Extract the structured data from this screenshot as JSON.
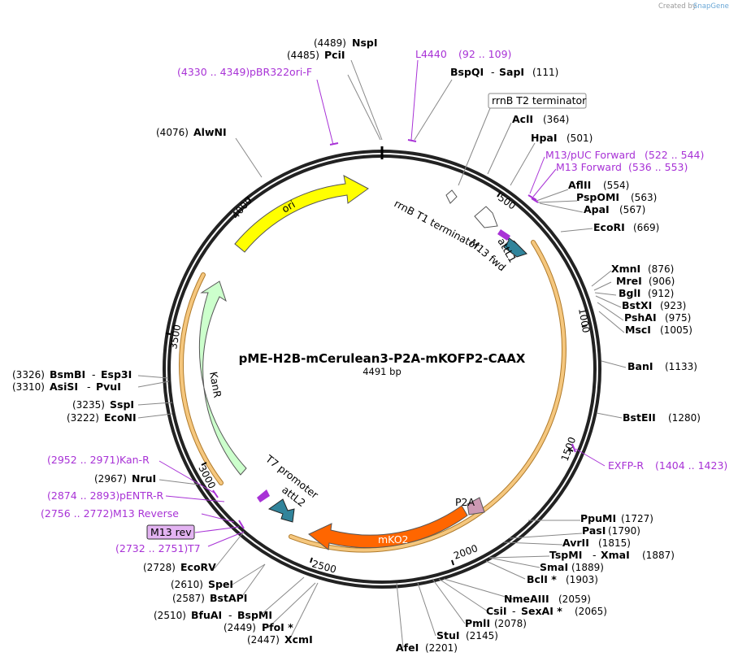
{
  "credit": {
    "text": "Created by",
    "brand": "SnapGene"
  },
  "plasmid": {
    "name": "pME-H2B-mCerulean3-P2A-mKOFP2-CAAX",
    "length_label": "4491 bp"
  },
  "ticks": [
    {
      "label": "500"
    },
    {
      "label": "1000"
    },
    {
      "label": "1500"
    },
    {
      "label": "2000"
    },
    {
      "label": "2500"
    },
    {
      "label": "3000"
    },
    {
      "label": "3500"
    },
    {
      "label": "4000"
    }
  ],
  "features": {
    "ori": "ori",
    "kanr": "KanR",
    "mko2": "mKO2",
    "p2a": "P2A",
    "attl1": "attL1",
    "attl2": "attL2",
    "m13fwd": "M13 fwd",
    "t7promoter": "T7 promoter",
    "rrnbt1": "rrnB T1 terminator",
    "rrnbt2": "rrnB T2 terminator",
    "m13rev_box": "M13 rev"
  },
  "sites": [
    {
      "name": "NspI",
      "pos": "(4489)"
    },
    {
      "name": "PciI",
      "pos": "(4485)"
    },
    {
      "name": "BspQI",
      "name2": "SapI",
      "pos": "(111)"
    },
    {
      "name": "AclI",
      "pos": "(364)"
    },
    {
      "name": "HpaI",
      "pos": "(501)"
    },
    {
      "name": "AflII",
      "pos": "(554)"
    },
    {
      "name": "PspOMI",
      "pos": "(563)"
    },
    {
      "name": "ApaI",
      "pos": "(567)"
    },
    {
      "name": "EcoRI",
      "pos": "(669)"
    },
    {
      "name": "XmnI",
      "pos": "(876)"
    },
    {
      "name": "MreI",
      "pos": "(906)"
    },
    {
      "name": "BglI",
      "pos": "(912)"
    },
    {
      "name": "BstXI",
      "pos": "(923)"
    },
    {
      "name": "PshAI",
      "pos": "(975)"
    },
    {
      "name": "MscI",
      "pos": "(1005)"
    },
    {
      "name": "BanI",
      "pos": "(1133)"
    },
    {
      "name": "BstEII",
      "pos": "(1280)"
    },
    {
      "name": "PpuMI",
      "pos": "(1727)"
    },
    {
      "name": "PasI",
      "pos": "(1790)"
    },
    {
      "name": "AvrII",
      "pos": "(1815)"
    },
    {
      "name": "TspMI",
      "name2": "XmaI",
      "pos": "(1887)"
    },
    {
      "name": "SmaI",
      "pos": "(1889)"
    },
    {
      "name": "BclI *",
      "pos": "(1903)"
    },
    {
      "name": "NmeAIII",
      "pos": "(2059)"
    },
    {
      "name": "CsiI",
      "name2": "SexAI *",
      "pos": "(2065)"
    },
    {
      "name": "PmlI",
      "pos": "(2078)"
    },
    {
      "name": "StuI",
      "pos": "(2145)"
    },
    {
      "name": "AfeI",
      "pos": "(2201)"
    },
    {
      "name": "XcmI",
      "pos": "(2447)"
    },
    {
      "name": "PfoI *",
      "pos": "(2449)"
    },
    {
      "name": "BfuAI",
      "name2": "BspMI",
      "pos": "(2510)"
    },
    {
      "name": "BstAPI",
      "pos": "(2587)"
    },
    {
      "name": "SpeI",
      "pos": "(2610)"
    },
    {
      "name": "EcoRV",
      "pos": "(2728)"
    },
    {
      "name": "NruI",
      "pos": "(2967)"
    },
    {
      "name": "EcoNI",
      "pos": "(3222)"
    },
    {
      "name": "SspI",
      "pos": "(3235)"
    },
    {
      "name": "AsiSI",
      "name2": "PvuI",
      "pos": "(3310)"
    },
    {
      "name": "BsmBI",
      "name2": "Esp3I",
      "pos": "(3326)"
    },
    {
      "name": "AlwNI",
      "pos": "(4076)"
    }
  ],
  "primers": [
    {
      "name": "L4440",
      "range": "(92 .. 109)"
    },
    {
      "name": "pBR322ori-F",
      "range": "(4330 .. 4349)"
    },
    {
      "name": "M13/pUC Forward",
      "range": "(522 .. 544)"
    },
    {
      "name": "M13 Forward",
      "range": "(536 .. 553)"
    },
    {
      "name": "EXFP-R",
      "range": "(1404 .. 1423)"
    },
    {
      "name": "Kan-R",
      "range": "(2952 .. 2971)"
    },
    {
      "name": "pENTR-R",
      "range": "(2874 .. 2893)"
    },
    {
      "name": "M13 Reverse",
      "range": "(2756 .. 2772)"
    },
    {
      "name": "T7",
      "range": "(2732 .. 2751)"
    }
  ],
  "colors": {
    "ori": "#ffff00",
    "kanr": "#ccffcc",
    "mko2": "#ff6600",
    "p2a": "#cc99b3",
    "attl": "#31849b",
    "primer": "#a832d6",
    "m13box": "#e3b3f2",
    "highlight": "#f5c77e"
  }
}
